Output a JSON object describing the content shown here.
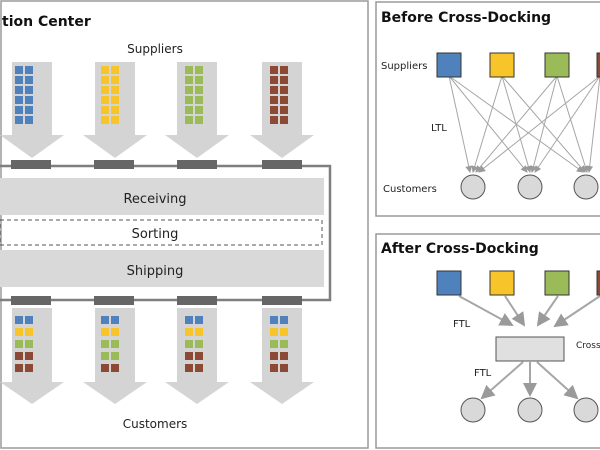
{
  "left_panel": {
    "title": "tion Center",
    "suppliers_label": "Suppliers",
    "customers_label": "Customers",
    "receiving_label": "Receiving",
    "sorting_label": "Sorting",
    "shipping_label": "Shipping",
    "supplier_colors": [
      "#4f81bd",
      "#f7c42a",
      "#9bbb59",
      "#8c4a35"
    ],
    "customer_stacks": [
      [
        "#4f81bd",
        "#f7c42a",
        "#9bbb59",
        "#8c4a35",
        "#8c4a35"
      ],
      [
        "#4f81bd",
        "#f7c42a",
        "#9bbb59",
        "#9bbb59",
        "#8c4a35"
      ],
      [
        "#4f81bd",
        "#f7c42a",
        "#9bbb59",
        "#8c4a35",
        "#8c4a35"
      ],
      [
        "#4f81bd",
        "#f7c42a",
        "#9bbb59",
        "#8c4a35",
        "#8c4a35"
      ]
    ]
  },
  "before_panel": {
    "title": "Before Cross-Docking",
    "suppliers_label": "Suppliers",
    "customers_label": "Customers",
    "route_label": "LTL"
  },
  "after_panel": {
    "title": "After Cross-Docking",
    "inbound_label": "FTL",
    "outbound_label": "FTL",
    "hub_label": "Cross"
  },
  "colors": {
    "blue": "#4f81bd",
    "yellow": "#f7c42a",
    "green": "#9bbb59",
    "brown": "#8c4a35",
    "band": "#d9d9d9",
    "arrow": "#d4d4d4",
    "dock": "#666666"
  }
}
